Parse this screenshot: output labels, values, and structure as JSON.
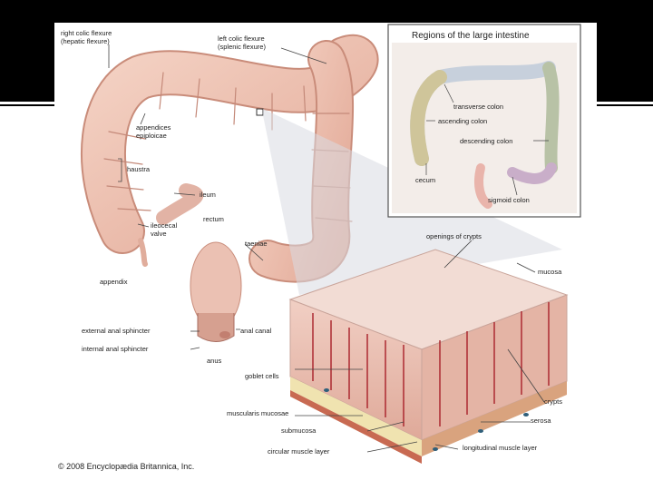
{
  "labels": {
    "right_flexure": "right colic flexure\n(hepatic flexure)",
    "left_flexure": "left colic flexure\n(splenic flexure)",
    "appendices": "appendices\nepiploicae",
    "haustra": "haustra",
    "ileum": "ileum",
    "ileocecal": "ileocecal\nvalve",
    "rectum": "rectum",
    "taeniae": "taeniae",
    "appendix": "appendix",
    "external_sphincter": "external anal sphincter",
    "internal_sphincter": "internal anal sphincter",
    "anal_canal": "anal canal",
    "anus": "anus",
    "openings": "openings of crypts",
    "mucosa": "mucosa",
    "goblet": "goblet cells",
    "muscularis": "muscularis mucosae",
    "crypts": "crypts",
    "submucosa": "submucosa",
    "serosa": "serosa",
    "circular": "circular muscle layer",
    "longitudinal": "longitudinal muscle layer"
  },
  "inset": {
    "title": "Regions of the large intestine",
    "transverse": "transverse colon",
    "ascending": "ascending colon",
    "descending": "descending colon",
    "cecum": "cecum",
    "sigmoid": "sigmoid colon"
  },
  "copyright": "© 2008 Encyclopædia Britannica, Inc."
}
